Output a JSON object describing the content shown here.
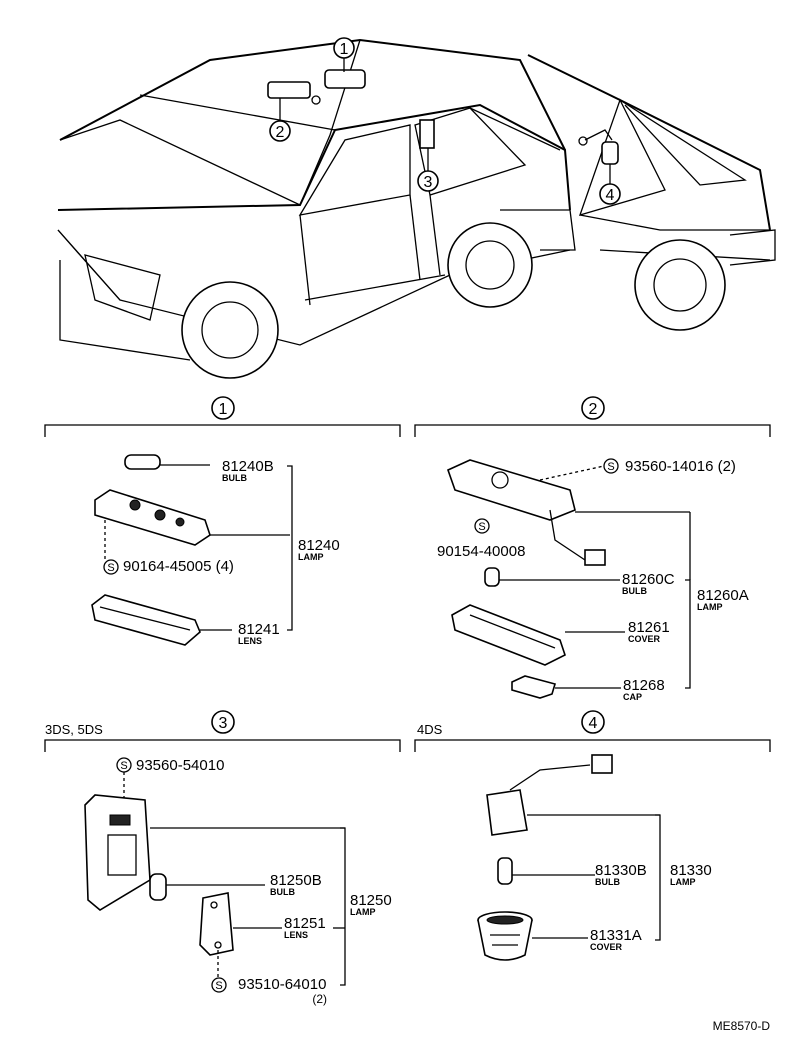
{
  "callouts": [
    "1",
    "2",
    "3",
    "4"
  ],
  "s_mark": "S",
  "sections": {
    "s1": {
      "number": "1",
      "parts": [
        {
          "pn": "81240B",
          "sub": "BULB"
        },
        {
          "pn": "81240",
          "sub": "LAMP"
        },
        {
          "pn": "90164-45005 (4)",
          "sub": ""
        },
        {
          "pn": "81241",
          "sub": "LENS"
        }
      ]
    },
    "s2": {
      "number": "2",
      "parts": [
        {
          "pn": "93560-14016 (2)",
          "sub": ""
        },
        {
          "pn": "90154-40008",
          "sub": ""
        },
        {
          "pn": "81260C",
          "sub": "BULB"
        },
        {
          "pn": "81260A",
          "sub": "LAMP"
        },
        {
          "pn": "81261",
          "sub": "COVER"
        },
        {
          "pn": "81268",
          "sub": "CAP"
        }
      ]
    },
    "s3": {
      "number": "3",
      "label": "3DS, 5DS",
      "parts": [
        {
          "pn": "93560-54010",
          "sub": ""
        },
        {
          "pn": "81250B",
          "sub": "BULB"
        },
        {
          "pn": "81250",
          "sub": "LAMP"
        },
        {
          "pn": "81251",
          "sub": "LENS"
        },
        {
          "pn": "93510-64010",
          "sub": ""
        },
        {
          "pn": "(2)",
          "sub": ""
        }
      ]
    },
    "s4": {
      "number": "4",
      "label": "4DS",
      "parts": [
        {
          "pn": "81330B",
          "sub": "BULB"
        },
        {
          "pn": "81330",
          "sub": "LAMP"
        },
        {
          "pn": "81331A",
          "sub": "COVER"
        }
      ]
    }
  },
  "figure_code": "ME8570-D"
}
